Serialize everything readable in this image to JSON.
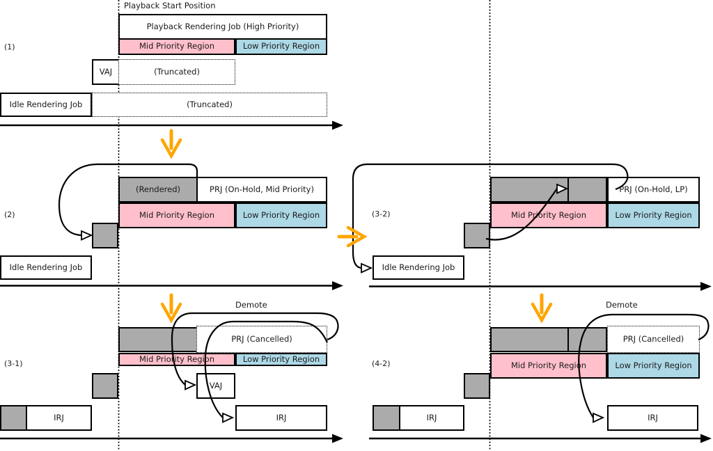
{
  "diagram": {
    "marker_label": "Playback Start Position",
    "demote_label": "Demote",
    "colors": {
      "mid_priority_pink": "#FFC0CB",
      "low_priority_blue": "#ADD8E6",
      "rendered_gray": "#ABABAB",
      "transition_orange": "#FFA500",
      "line_black": "#000000"
    },
    "panels": {
      "p1": {
        "id": "(1)"
      },
      "p2": {
        "id": "(2)"
      },
      "p31": {
        "id": "(3-1)"
      },
      "p32": {
        "id": "(3-2)"
      },
      "p42": {
        "id": "(4-2)"
      }
    },
    "labels": {
      "prj_high": "Playback Rendering Job (High Priority)",
      "mid_region": "Mid Priority Region",
      "low_region": "Low Priority Region",
      "vaj": "VAJ",
      "truncated": "(Truncated)",
      "idle_job": "Idle Rendering Job",
      "rendered": "(Rendered)",
      "prj_onhold_mid": "PRJ (On-Hold, Mid Priority)",
      "prj_onhold_lp": "PRJ (On-Hold, LP)",
      "prj_cancelled": "PRJ (Cancelled)",
      "irj": "IRJ"
    }
  }
}
